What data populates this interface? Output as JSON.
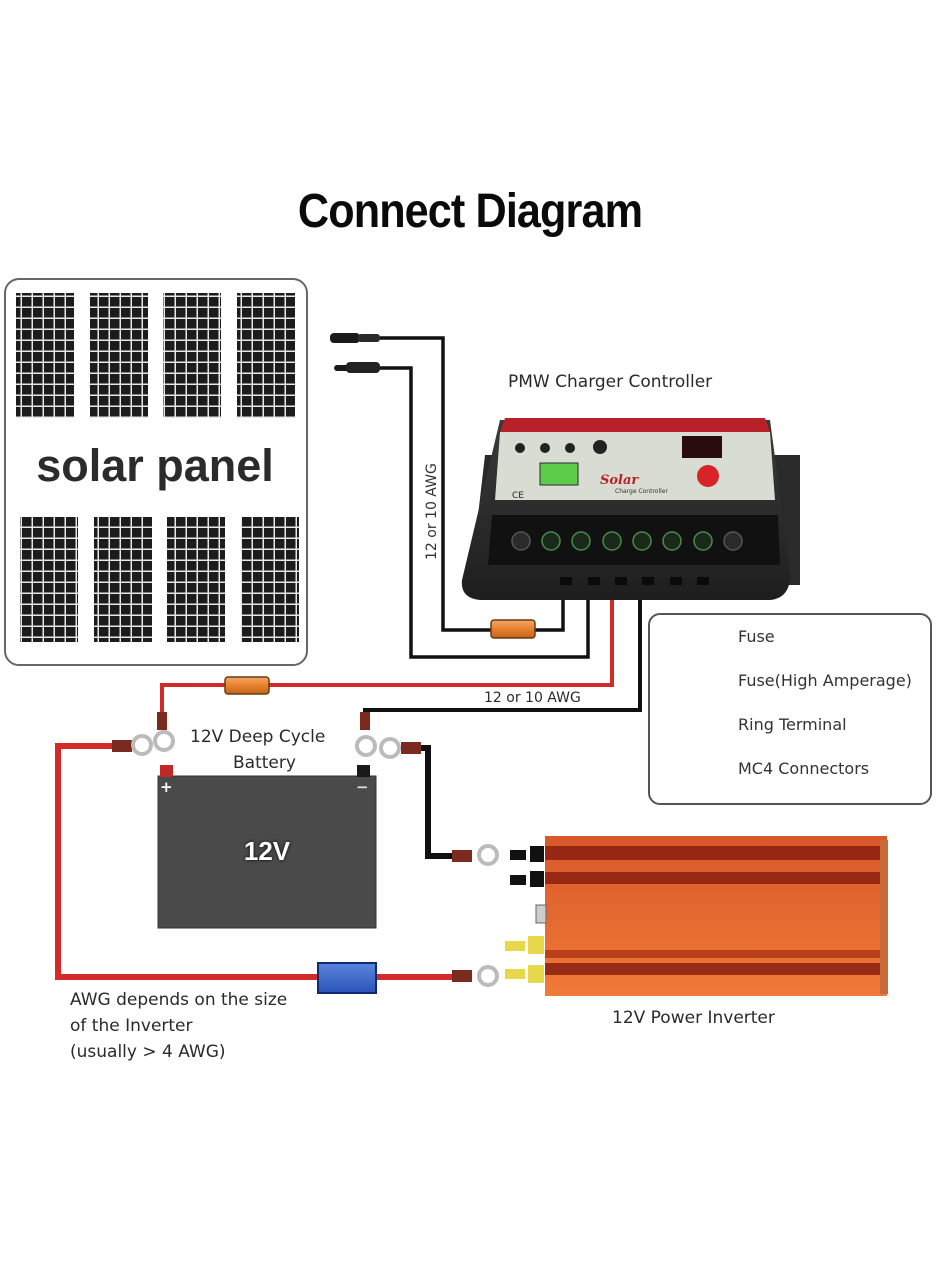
{
  "title": "Connect Diagram",
  "solar_panel": {
    "label": "solar panel",
    "module_count": 8,
    "rows": 2,
    "modules_per_row": 4
  },
  "charge_controller": {
    "label": "PMW Charger Controller",
    "brand_text": "Solar",
    "sub_text": "Charge Controller",
    "mark": "CE",
    "terminal_count": 8
  },
  "wire_labels": {
    "panel_to_controller": "12 or 10 AWG",
    "controller_to_battery": "12 or 10 AWG"
  },
  "battery": {
    "label_line1": "12V Deep Cycle",
    "label_line2": "Battery",
    "voltage_text": "12V",
    "positive_symbol": "+",
    "negative_symbol": "−"
  },
  "inverter": {
    "label": "12V Power Inverter"
  },
  "inverter_note": {
    "lines": [
      "AWG depends on the size",
      "of the Inverter",
      "(usually  > 4 AWG)"
    ]
  },
  "legend": {
    "items": [
      {
        "label": "Fuse",
        "icon": "fuse-icon",
        "color": "#e8812e"
      },
      {
        "label": "Fuse(High Amperage)",
        "icon": "high-amp-fuse-icon",
        "color": "#2f5fc4"
      },
      {
        "label": "Ring Terminal",
        "icon": "ring-terminal-icon",
        "color": "#7a2a1e"
      },
      {
        "label": "MC4 Connectors",
        "icon": "mc4-connector-icon",
        "color": "#1a1a1a"
      }
    ]
  },
  "colors": {
    "positive_wire": "#d42a2a",
    "negative_wire": "#111111",
    "fuse": "#e8812e",
    "high_amp_fuse": "#2f5fc4",
    "inverter_body": "#e3692c",
    "controller_accent": "#b8202a",
    "battery_body": "#4a4a4a"
  }
}
